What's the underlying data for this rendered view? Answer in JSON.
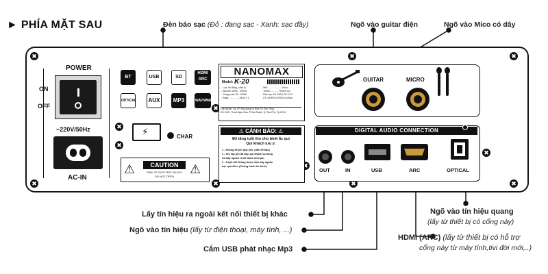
{
  "title": "► PHÍA MẶT SAU",
  "callouts": {
    "charge_light": "Đèn báo sạc",
    "charge_light_note": "(Đỏ : đang sạc - Xanh: sạc đầy)",
    "guitar_in": "Ngõ vào guitar điện",
    "mic_in": "Ngõ vào Mico có dây",
    "out": "Lấy tín hiệu ra ngoài kết nối thiết bị khác",
    "in": "Ngõ vào tín hiệu",
    "in_note": "(lấy từ điện thoại, máy tính, ...)",
    "usb": "Cắm USB phát nhạc Mp3",
    "optical": "Ngõ vào tín hiệu quang",
    "optical_note": "(lấy từ thiết bị có cổng này)",
    "hdmi": "HDMI (ARC)",
    "hdmi_note1": "(lấy từ thiết bị có hỗ trợ",
    "hdmi_note2": "cổng này từ máy tính,tivi đời mới,..)"
  },
  "panel": {
    "power_label": "POWER",
    "on_label": "ON",
    "off_label": "OFF",
    "voltage": "~220V/50Hz",
    "ac_in": "AC-IN",
    "char_label": "CHAR",
    "caution_label": "CAUTION",
    "caution_small1": "RISK OF ELECTRIC SHOCK",
    "caution_small2": "DO NOT OPEN",
    "brand": "NANOMAX",
    "model_label": "Model:",
    "model": "K-20",
    "spec_left": [
      "- Loa: lõi động, cách ly",
      "- Bát tần: 20Hz - 20KHz",
      "- Công suất:  50 - 320W",
      "- Bass: ............. 15cm x 1"
    ],
    "spec_right": [
      "- Mid: .................. 10cm",
      "- Treble: .......... Trellen coi",
      "- Điện áp: AC 220V, DC 12V",
      "- KT: (DxRxC) 245x21x25cm"
    ],
    "spec_footer1": "Lắp ráp tại: Cty CP Xây dựng và Điện Tử Sơn Tùng",
    "spec_footer2": "DC: 81/5, Thoại Ngọc Hầu, P.Hòa Thạnh, Q. Tân Phú, Tp.HCM",
    "warning_title": "CẢNH BÁO:",
    "warning_sub1": "Để tăng tuổi thọ cho bình ắc qui",
    "warning_sub2": "Quí khách lưu ý:",
    "warning_lines": [
      "1 - Không để pin quá yếu. (dẫn để báo)",
      "2 - Khi sạc pin đã đầy, quí khách vui lòng",
      "rút dây nguồn ra để tránh chai pin.",
      "3 - Tuyệt đối không được cắm dây nguồn",
      "sạc quá đêm. (Phòng tránh hư bình)."
    ],
    "icons": [
      "BT",
      "USB",
      "SD",
      "HDMI ARC",
      "OPTICAL",
      "AUX",
      "MP3",
      "WAV/WMA"
    ],
    "guitar_label": "GUITAR",
    "micro_label": "MICRO",
    "digital_header": "DIGITAL AUDIO CONNECTION",
    "out_label": "OUT",
    "in_label": "IN",
    "usb_label": "USB",
    "arc_label": "ARC",
    "optical_label": "OPTICAL"
  }
}
